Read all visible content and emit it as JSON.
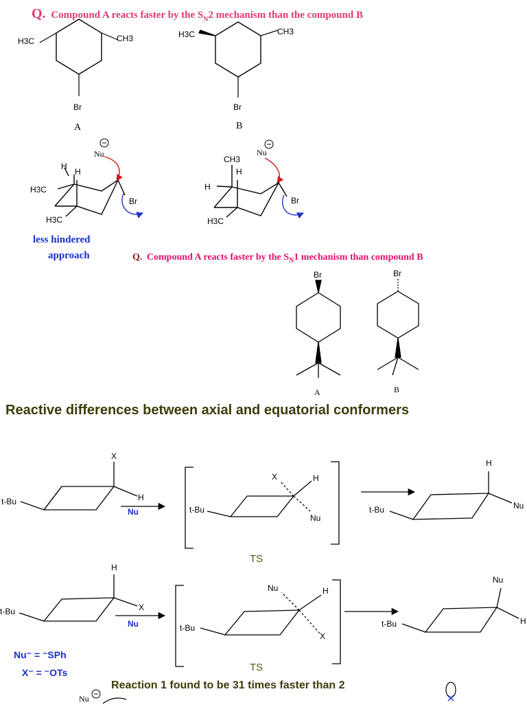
{
  "q1": {
    "mark": "Q.",
    "pre": "Compound A reacts faster by the S",
    "sub": "N",
    "post": "2 mechanism than the compound B",
    "color": "#e23a6e"
  },
  "struct_a": {
    "h3c": "H3C",
    "ch3": "CH3",
    "br": "Br",
    "label": "A"
  },
  "struct_b": {
    "h3c": "H3C",
    "ch3": "CH3",
    "br": "Br",
    "label": "B"
  },
  "chair_a": {
    "nu": "Nu",
    "h1": "H",
    "h2": "H",
    "h3c_top": "H3C",
    "h3c_bottom": "H3C",
    "br": "Br",
    "caption1": "less hindered",
    "caption2": "approach"
  },
  "chair_b": {
    "nu": "Nu",
    "ch3": "CH3",
    "h1": "H",
    "h2": "H",
    "h3c_bottom": "H3C",
    "br": "Br"
  },
  "q2": {
    "mark": "Q.",
    "pre": "Compound A reacts faster by the S",
    "sub": "N",
    "post": "1 mechanism than compound B",
    "mark_color": "#8b1a1a",
    "text_color": "#e0106e"
  },
  "tbu_a": {
    "br": "Br",
    "label": "A"
  },
  "tbu_b": {
    "br": "Br",
    "label": "B"
  },
  "section_title": "Reactive differences between axial and equatorial conformers",
  "title_color": "#3d3b0a",
  "r1": {
    "tbu": "t-Bu",
    "x": "X",
    "h": "H",
    "nu": "Nu",
    "ts_tbu": "t-Bu",
    "ts_x": "X",
    "ts_h": "H",
    "ts_nu": "Nu",
    "ts": "TS",
    "p_tbu": "t-Bu",
    "p_h": "H",
    "p_nu": "Nu"
  },
  "r2": {
    "tbu": "t-Bu",
    "h": "H",
    "x": "X",
    "nu": "Nu",
    "ts_tbu": "t-Bu",
    "ts_nu": "Nu",
    "ts_h": "H",
    "ts_x": "X",
    "ts": "TS",
    "p_tbu": "t-Bu",
    "p_nu": "Nu",
    "p_h": "H"
  },
  "conditions": {
    "nu_line": "Nu⁻ = ⁻SPh",
    "x_line": "X⁻ = ⁻OTs",
    "color": "#3d3b0a"
  },
  "footer": {
    "text": "Reaction 1 found to be 31 times faster than 2",
    "nu": "Nu"
  },
  "colors": {
    "red_arrow": "#d01818",
    "blue_arrow": "#1a35c8",
    "blue_text": "#1a2fcc",
    "ts_color": "#5a5510"
  }
}
